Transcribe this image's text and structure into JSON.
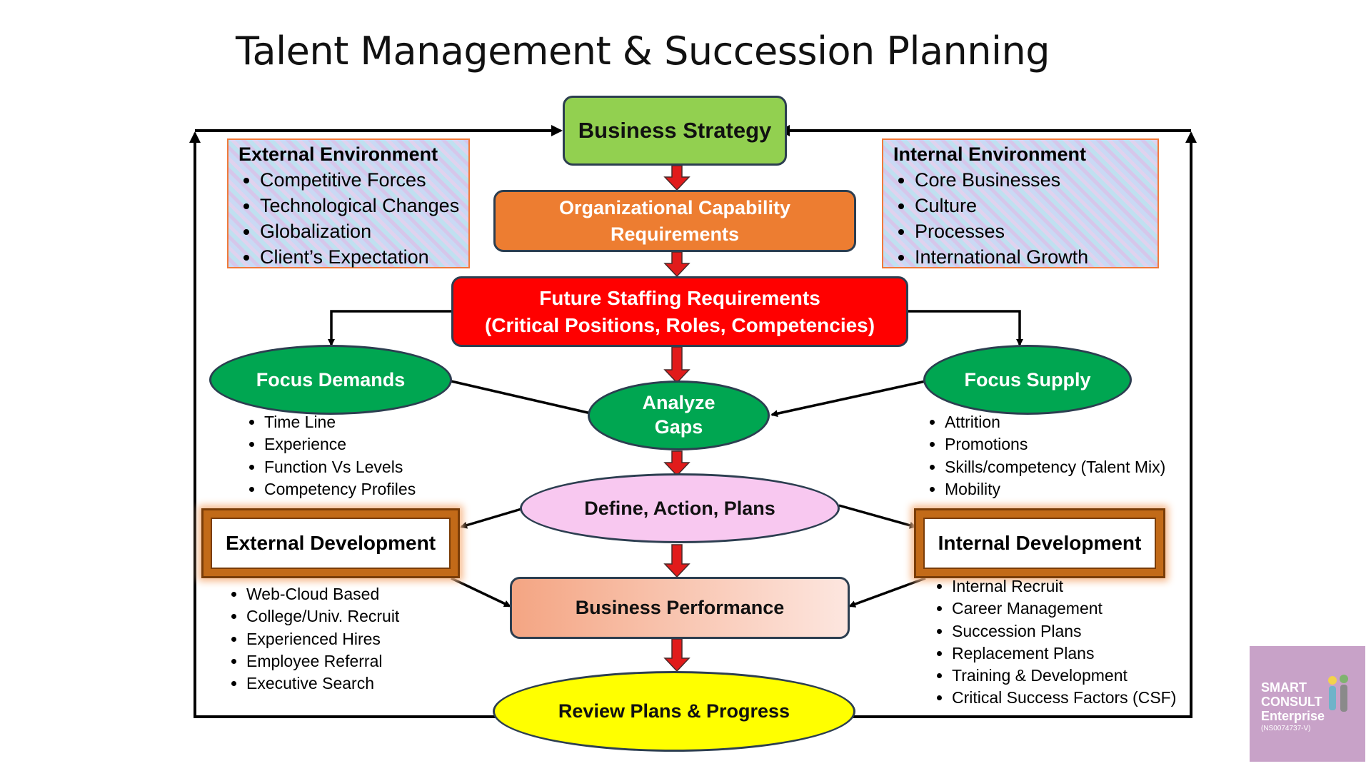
{
  "title": "Talent Management & Succession Planning",
  "colors": {
    "business_strategy": "#92d050",
    "org_capability": "#ed7d31",
    "future_staffing": "#ff0000",
    "focus_ellipses": "#00a651",
    "define_plans": "#f8c8f0",
    "business_performance": "#f4a583",
    "review_plans": "#ffff00",
    "dev_frame": "#c26a18",
    "logo_bg": "#c8a2c8",
    "env_border": "#f07a3a"
  },
  "nodes": {
    "business_strategy": "Business Strategy",
    "org_capability": [
      "Organizational Capability",
      "Requirements"
    ],
    "future_staffing": [
      "Future Staffing Requirements",
      "(Critical Positions, Roles, Competencies)"
    ],
    "focus_demands": "Focus Demands",
    "analyze_gaps": [
      "Analyze",
      "Gaps"
    ],
    "focus_supply": "Focus Supply",
    "define_plans": "Define, Action, Plans",
    "external_development": "External Development",
    "internal_development": "Internal Development",
    "business_performance": "Business Performance",
    "review_plans": "Review Plans & Progress"
  },
  "external_environment": {
    "title": "External Environment",
    "items": [
      "Competitive Forces",
      "Technological Changes",
      "Globalization",
      "Client’s Expectation"
    ]
  },
  "internal_environment": {
    "title": "Internal Environment",
    "items": [
      "Core Businesses",
      "Culture",
      "Processes",
      "International Growth"
    ]
  },
  "focus_demands_items": [
    "Time Line",
    "Experience",
    "Function Vs Levels",
    "Competency Profiles"
  ],
  "focus_supply_items": [
    "Attrition",
    "Promotions",
    "Skills/competency (Talent Mix)",
    "Mobility"
  ],
  "external_development_items": [
    "Web-Cloud Based",
    "College/Univ. Recruit",
    "Experienced Hires",
    "Employee Referral",
    "Executive Search"
  ],
  "internal_development_items": [
    "Internal Recruit",
    "Career Management",
    "Succession Plans",
    "Replacement Plans",
    "Training & Development",
    "Critical Success Factors (CSF)"
  ],
  "logo": {
    "lines": [
      "SMART",
      "CONSULT",
      "Enterprise"
    ],
    "reg": "(NS0074737-V)"
  }
}
